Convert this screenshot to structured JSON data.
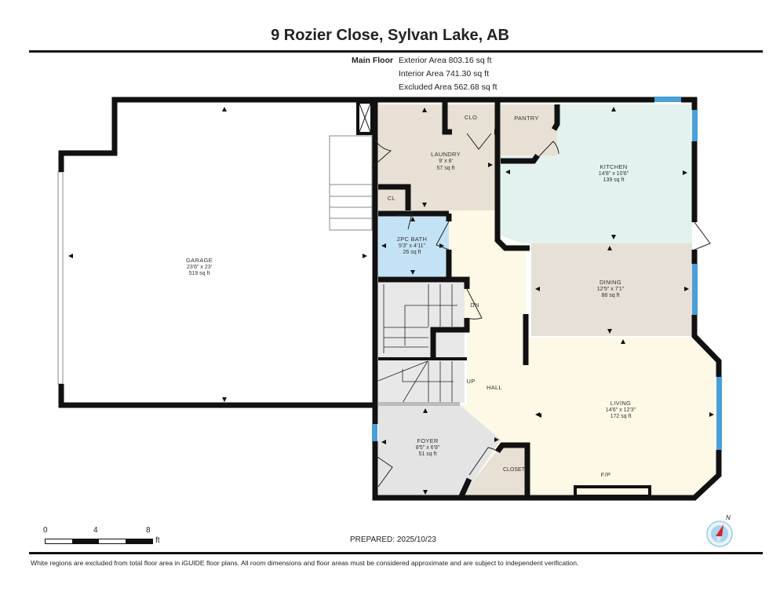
{
  "header": {
    "title": "9 Rozier Close, Sylvan Lake, AB"
  },
  "area_summary": {
    "floor_label": "Main Floor",
    "exterior_area": "Exterior Area 803.16 sq ft",
    "interior_area": "Interior Area 741.30 sq ft",
    "excluded_area": "Excluded Area 562.68 sq ft"
  },
  "rooms": {
    "garage": {
      "name": "GARAGE",
      "dims": "23'6\" x 23'",
      "area": "519 sq ft",
      "color": "#ffffff"
    },
    "laundry": {
      "name": "LAUNDRY",
      "dims": "9' x 8'",
      "area": "57 sq ft",
      "color": "#e8e0d4"
    },
    "clo": {
      "name": "CLO",
      "color": "#e8e0d4"
    },
    "pantry": {
      "name": "PANTRY",
      "color": "#e8e0d4"
    },
    "cl": {
      "name": "CL",
      "color": "#e8e0d4"
    },
    "kitchen": {
      "name": "KITCHEN",
      "dims": "14'8\" x 10'6\"",
      "area": "139 sq ft",
      "color": "#e3f2ee"
    },
    "bath": {
      "name": "2PC BATH",
      "dims": "5'3\" x 4'11\"",
      "area": "26 sq ft",
      "color": "#c4e2f6"
    },
    "dining": {
      "name": "DINING",
      "dims": "12'5\" x 7'1\"",
      "area": "88 sq ft",
      "color": "#e6e0d6"
    },
    "hall": {
      "name": "HALL",
      "color": "#fdf9e6"
    },
    "living": {
      "name": "LIVING",
      "dims": "14'6\" x 12'3\"",
      "area": "172 sq ft",
      "color": "#fdf9e6"
    },
    "foyer": {
      "name": "FOYER",
      "dims": "8'5\" x 6'9\"",
      "area": "51 sq ft",
      "color": "#e4e4e4"
    },
    "closet": {
      "name": "CLOSET",
      "color": "#e8e0d4"
    }
  },
  "labels": {
    "stairs_down": "DN",
    "stairs_up": "UP",
    "fireplace": "F/P"
  },
  "scale_bar": {
    "ticks": [
      "0",
      "4",
      "8"
    ],
    "unit": "ft"
  },
  "prepared": "PREPARED: 2025/10/23",
  "compass": {
    "label": "N"
  },
  "colors": {
    "wall": "#111111",
    "window": "#4a9fd8",
    "compass_needle": "#d9202a"
  },
  "footer": {
    "disclaimer": "White regions are excluded from total floor area in iGUIDE floor plans. All room dimensions and floor areas must be considered approximate and are subject to independent verification."
  }
}
